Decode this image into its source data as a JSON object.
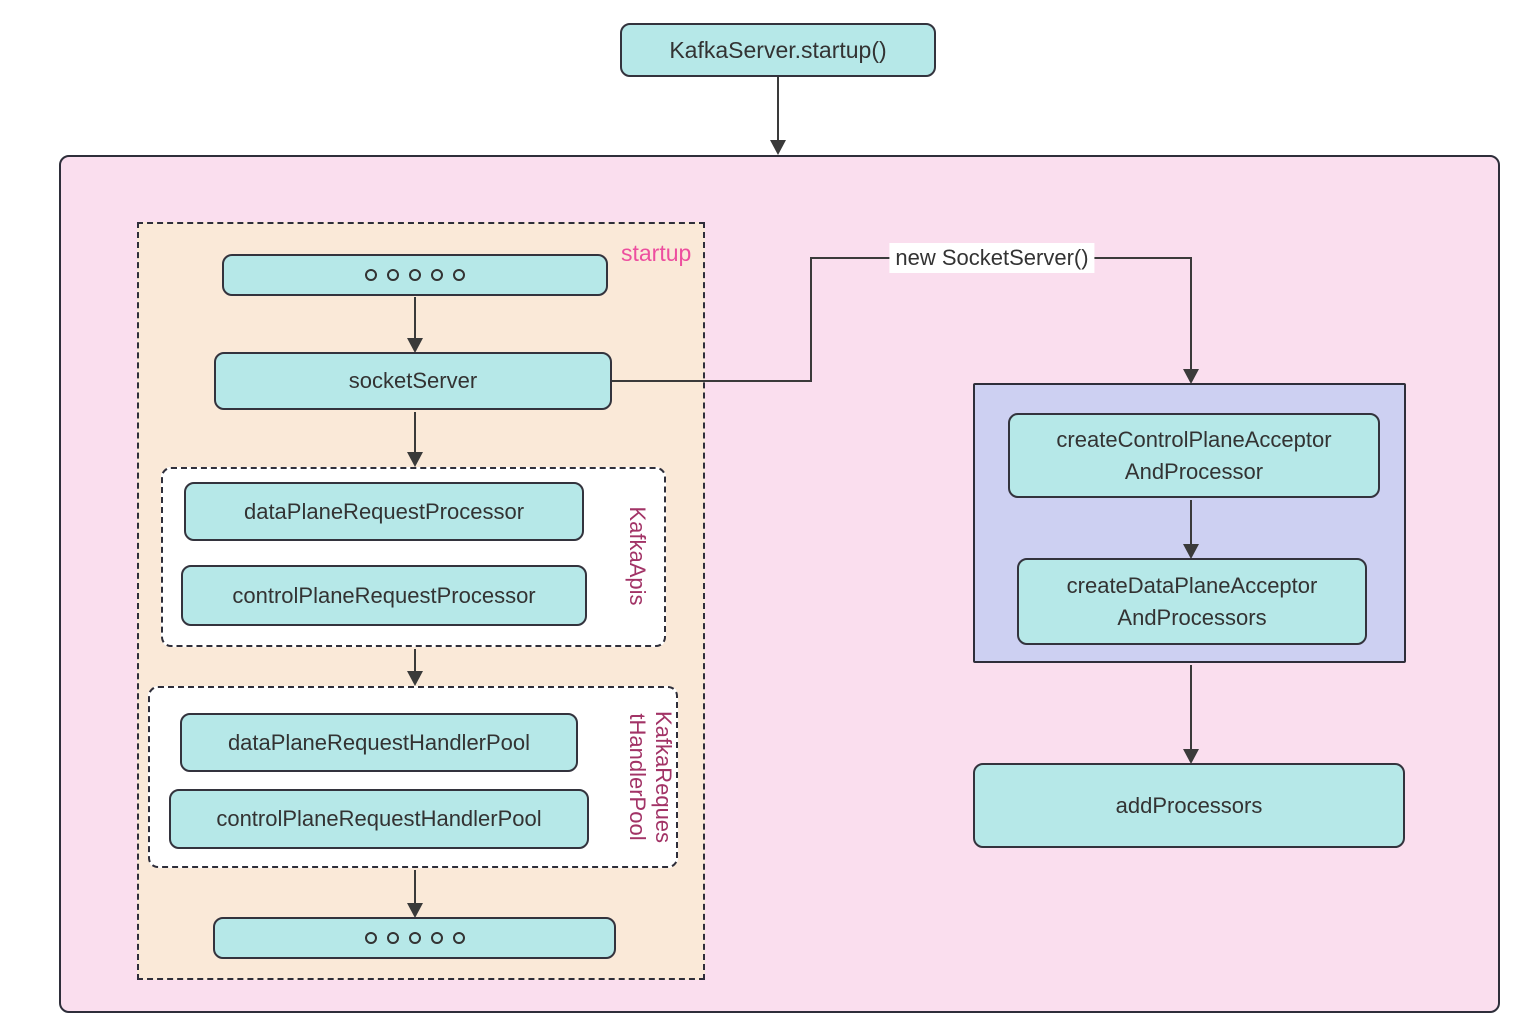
{
  "nodes": {
    "kafka_server_startup": {
      "label": "KafkaServer.startup()"
    },
    "socket_server": {
      "label": "socketServer"
    },
    "data_plane_request_processor": {
      "label": "dataPlaneRequestProcessor"
    },
    "control_plane_request_processor": {
      "label": "controlPlaneRequestProcessor"
    },
    "data_plane_request_handler_pool": {
      "label": "dataPlaneRequestHandlerPool"
    },
    "control_plane_request_handler_pool": {
      "label": "controlPlaneRequestHandlerPool"
    },
    "create_control_plane_acceptor_and_processor": {
      "label": "createControlPlaneAcceptorAndProcessor",
      "lines": [
        "createControlPlaneAcceptor",
        "AndProcessor"
      ]
    },
    "create_data_plane_acceptor_and_processors": {
      "label": "createDataPlaneAcceptorAndProcessors",
      "lines": [
        "createDataPlaneAcceptor",
        "AndProcessors"
      ]
    },
    "add_processors": {
      "label": "addProcessors"
    }
  },
  "groups": {
    "startup": {
      "label": "startup"
    },
    "kafka_apis": {
      "label": "KafkaApis"
    },
    "kafka_request_handler_pool": {
      "label": "KafkaRequestHandlerPool",
      "label_lines": [
        "KafkaReques",
        "tHandlerPool"
      ]
    }
  },
  "edges": {
    "new_socket_server": {
      "label": "new SocketServer()"
    }
  },
  "colors": {
    "node_fill": "#b6e8e8",
    "outer_container_fill": "#fadeee",
    "startup_group_fill": "#fae9d8",
    "socket_server_panel_fill": "#cdd0f2",
    "inner_group_fill": "#ffffff",
    "startup_caption": "#ed4f9f",
    "vertical_label": "#a23366",
    "stroke": "#333333"
  }
}
